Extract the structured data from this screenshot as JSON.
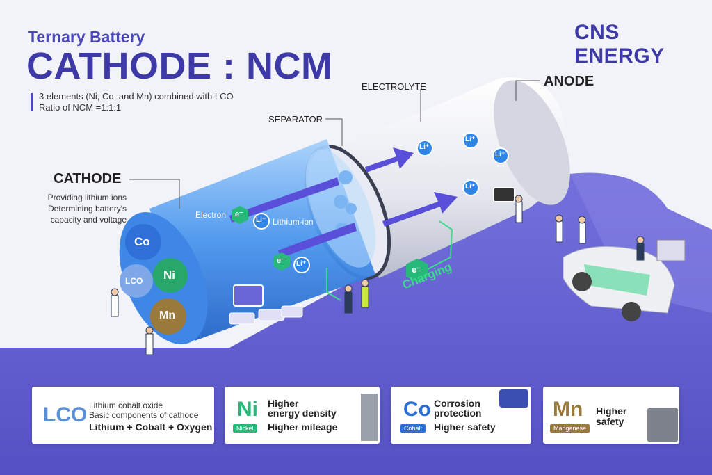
{
  "header": {
    "subtitle": "Ternary Battery",
    "title": "CATHODE : NCM",
    "brand": "CNS ENERGY",
    "desc_line1": "3 elements (Ni, Co, and Mn) combined with LCO",
    "desc_line2": "Ratio of NCM =1:1:1"
  },
  "diagram": {
    "cathode_label": "CATHODE",
    "cathode_desc": [
      "Providing lithium ions",
      "Determining battery's",
      "capacity and voltage"
    ],
    "separator_label": "SEPARATOR",
    "electrolyte_label": "ELECTROLYTE",
    "anode_label": "ANODE",
    "electron_label": "Electron",
    "lithium_ion_label": "Lithium-ion",
    "charging_label": "Charging",
    "electron_symbol": "e⁻",
    "li_symbol": "Li⁺",
    "elements": [
      "Co",
      "LCO",
      "Ni",
      "Mn"
    ]
  },
  "cards": {
    "lco": {
      "symbol": "LCO",
      "line1": "Lithium cobalt oxide",
      "line2": "Basic components of cathode",
      "formula": "Lithium + Cobalt + Oxygen"
    },
    "ni": {
      "symbol": "Ni",
      "name": "Nickel",
      "line1": "Higher",
      "line2": "energy density",
      "line3": "Higher mileage"
    },
    "co": {
      "symbol": "Co",
      "name": "Cobalt",
      "line1": "Corrosion",
      "line2": "protection",
      "line3": "Higher safety"
    },
    "mn": {
      "symbol": "Mn",
      "name": "Manganese",
      "line1": "Higher",
      "line2": "safety"
    }
  },
  "colors": {
    "primary": "#3d3aa8",
    "floor": "#6a66d6",
    "cathode_blue": "#3a8ee8",
    "lco_blue": "#5b8fd6",
    "nickel_green": "#27b87a",
    "cobalt_blue": "#2b6fd6",
    "manganese_brown": "#9a7a3c",
    "charging_green": "#3ddc8c"
  }
}
